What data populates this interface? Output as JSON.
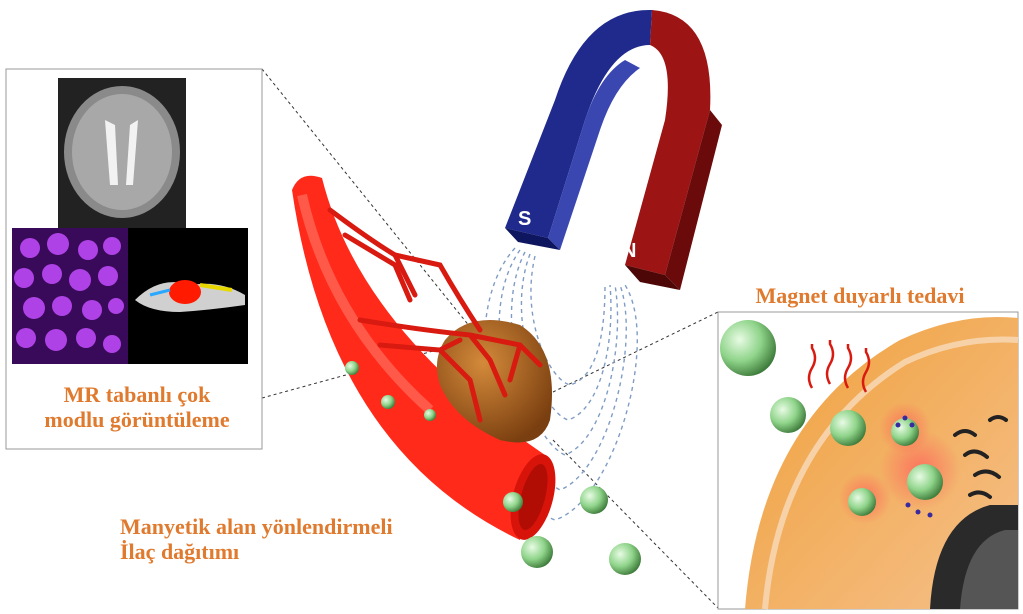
{
  "magnet": {
    "south_label": "S",
    "north_label": "N",
    "colors": {
      "south": "#1f2a8c",
      "north": "#9c1414"
    }
  },
  "labels": {
    "mr_imaging_line1": "MR tabanlı çok",
    "mr_imaging_line2": "modlu görüntüleme",
    "guided_delivery_line1": "Manyetik alan yönlendirmeli",
    "guided_delivery_line2": "İlaç dağıtımı",
    "responsive_therapy": "Magnet duyarlı tedavi"
  },
  "colors": {
    "label_text": "#e07a2e",
    "vessel": "#ff2a1a",
    "tumor": "#b5651d",
    "nanoparticle": "#8fd48a",
    "field_lines": "#6f8fb8"
  }
}
